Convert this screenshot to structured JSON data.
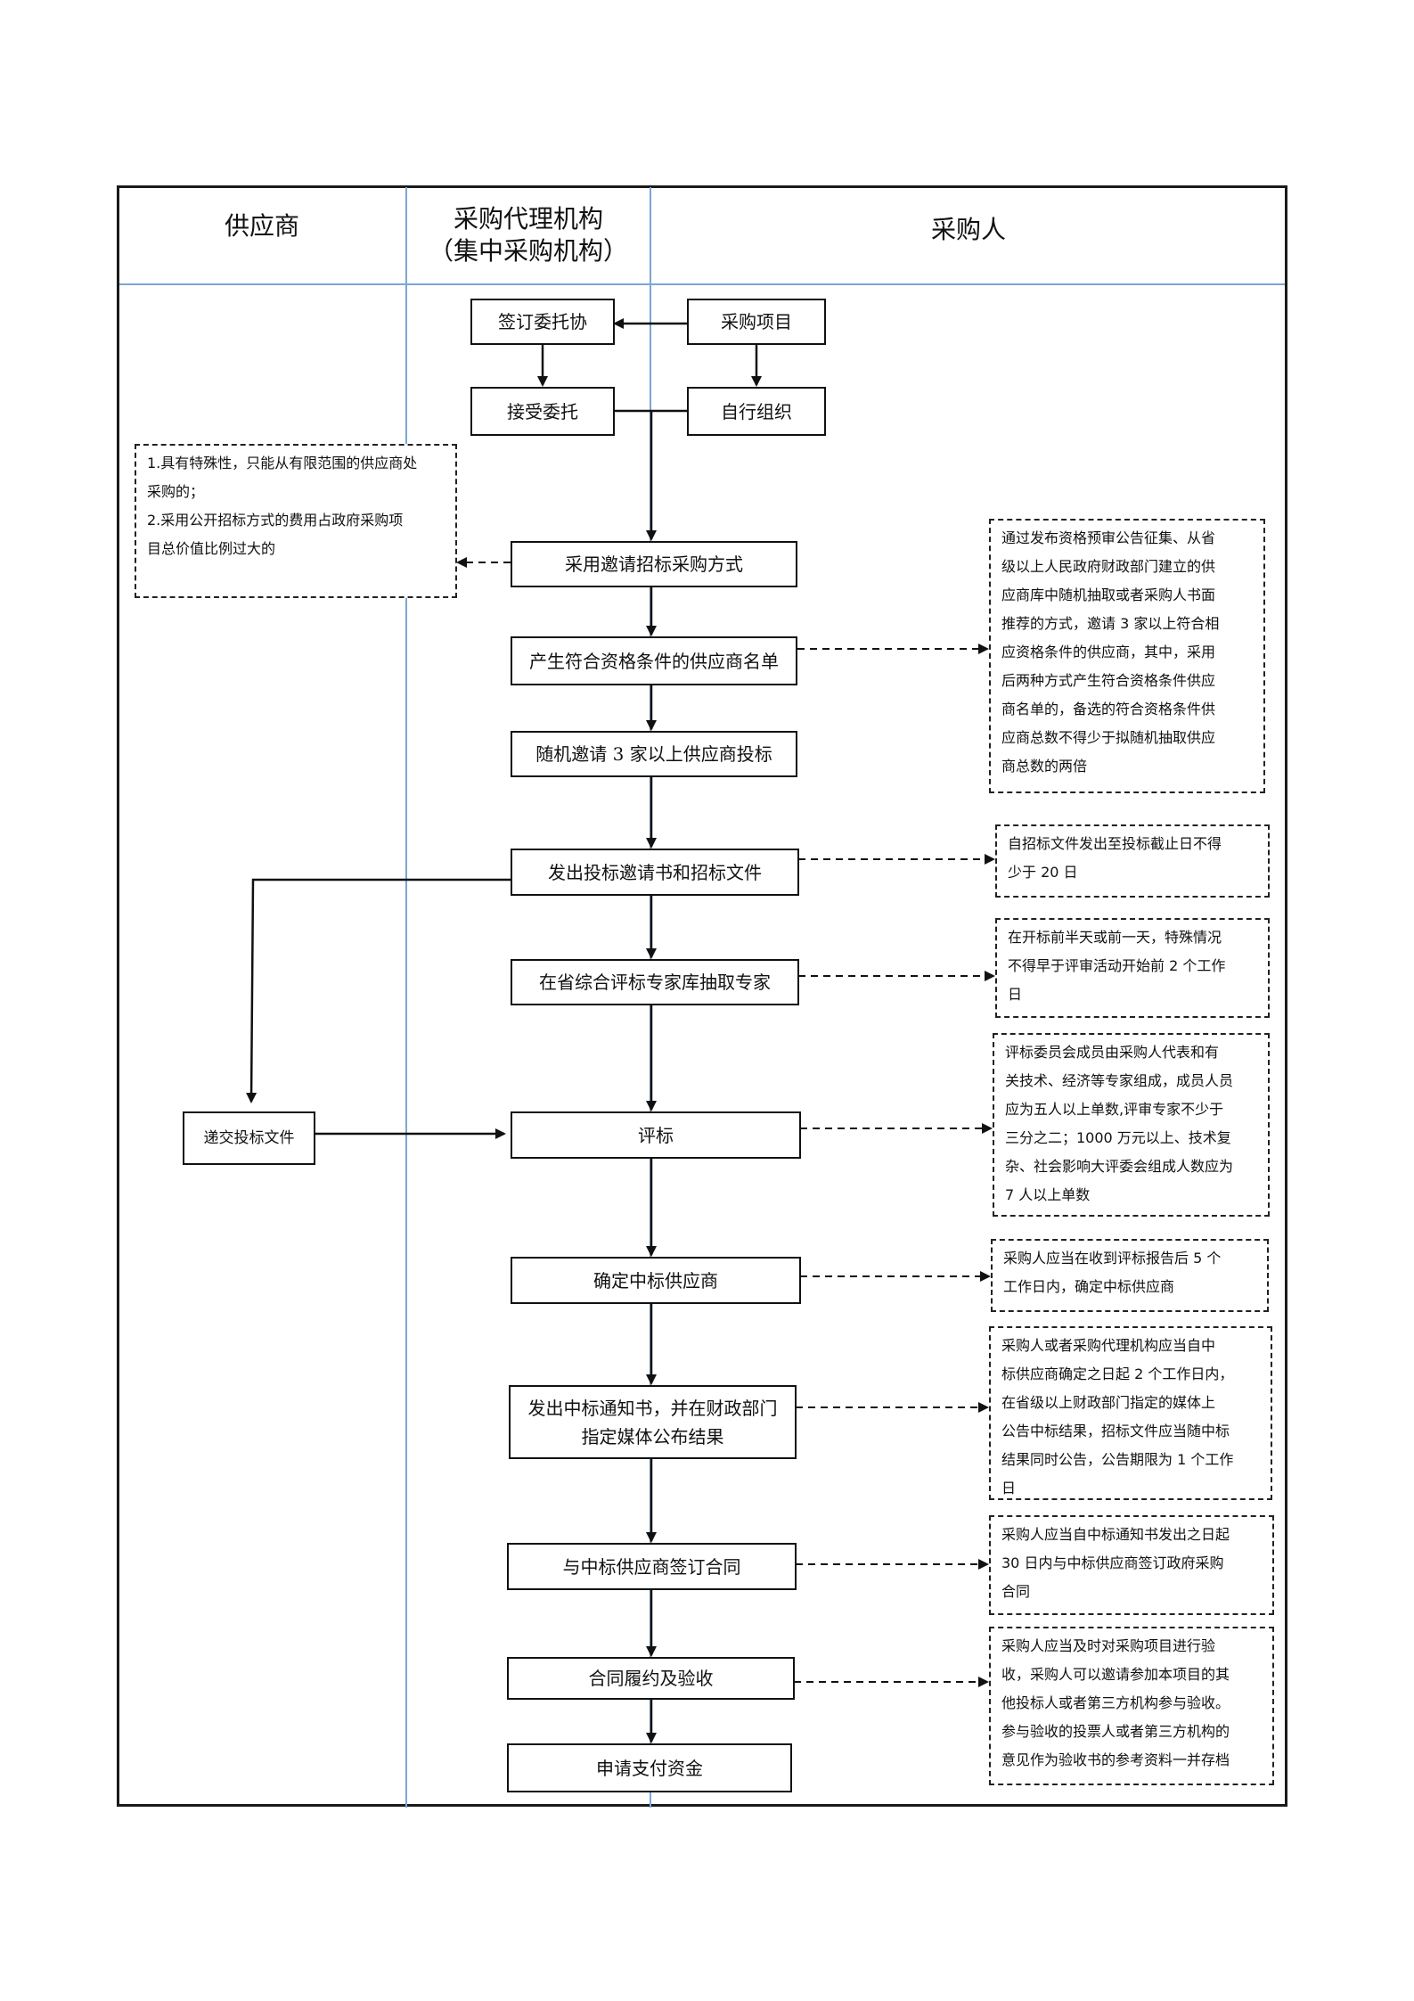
{
  "headers": {
    "supplier": "供应商",
    "agency_line1": "采购代理机构",
    "agency_line2": "（集中采购机构）",
    "purchaser": "采购人"
  },
  "steps": {
    "sign_entrust": "签订委托协",
    "purchase_project": "采购项目",
    "accept_entrust": "接受委托",
    "self_organize": "自行组织",
    "invite_method": "采用邀请招标采购方式",
    "qualified_list": "产生符合资格条件的供应商名单",
    "random_invite": "随机邀请 3 家以上供应商投标",
    "issue_docs": "发出投标邀请书和招标文件",
    "draw_experts": "在省综合评标专家库抽取专家",
    "submit_bid": "递交投标文件",
    "evaluate": "评标",
    "determine_winner": "确定中标供应商",
    "notify_line1": "发出中标通知书，并在财政部门",
    "notify_line2": "指定媒体公布结果",
    "sign_contract": "与中标供应商签订合同",
    "perform_accept": "合同履约及验收",
    "apply_payment": "申请支付资金"
  },
  "notes": {
    "conditions": "1.具有特殊性，只能从有限范围的供应商处\n采购的；\n2.采用公开招标方式的费用占政府采购项\n目总价值比例过大的",
    "qualified": "通过发布资格预审公告征集、从省\n级以上人民政府财政部门建立的供\n应商库中随机抽取或者采购人书面\n推荐的方式，邀请 3 家以上符合相\n应资格条件的供应商，其中，采用\n后两种方式产生符合资格条件供应\n商名单的，备选的符合资格条件供\n应商总数不得少于拟随机抽取供应\n商总数的两倍",
    "deadline": "自招标文件发出至投标截止日不得\n少于 20 日",
    "experts": "在开标前半天或前一天，特殊情况\n不得早于评审活动开始前 2 个工作\n日",
    "committee": "评标委员会成员由采购人代表和有\n关技术、经济等专家组成，成员人员\n应为五人以上单数,评审专家不少于\n三分之二；1000 万元以上、技术复\n杂、社会影响大评委会组成人数应为\n7 人以上单数",
    "winner": "采购人应当在收到评标报告后 5 个\n工作日内，确定中标供应商",
    "publish": "采购人或者采购代理机构应当自中\n标供应商确定之日起 2 个工作日内，\n在省级以上财政部门指定的媒体上\n公告中标结果，招标文件应当随中标\n结果同时公告，公告期限为 1 个工作\n日",
    "contract": "采购人应当自中标通知书发出之日起\n30 日内与中标供应商签订政府采购\n合同",
    "acceptance": "采购人应当及时对采购项目进行验\n收，采购人可以邀请参加本项目的其\n他投标人或者第三方机构参与验收。\n参与验收的投票人或者第三方机构的\n意见作为验收书的参考资料一并存档"
  }
}
